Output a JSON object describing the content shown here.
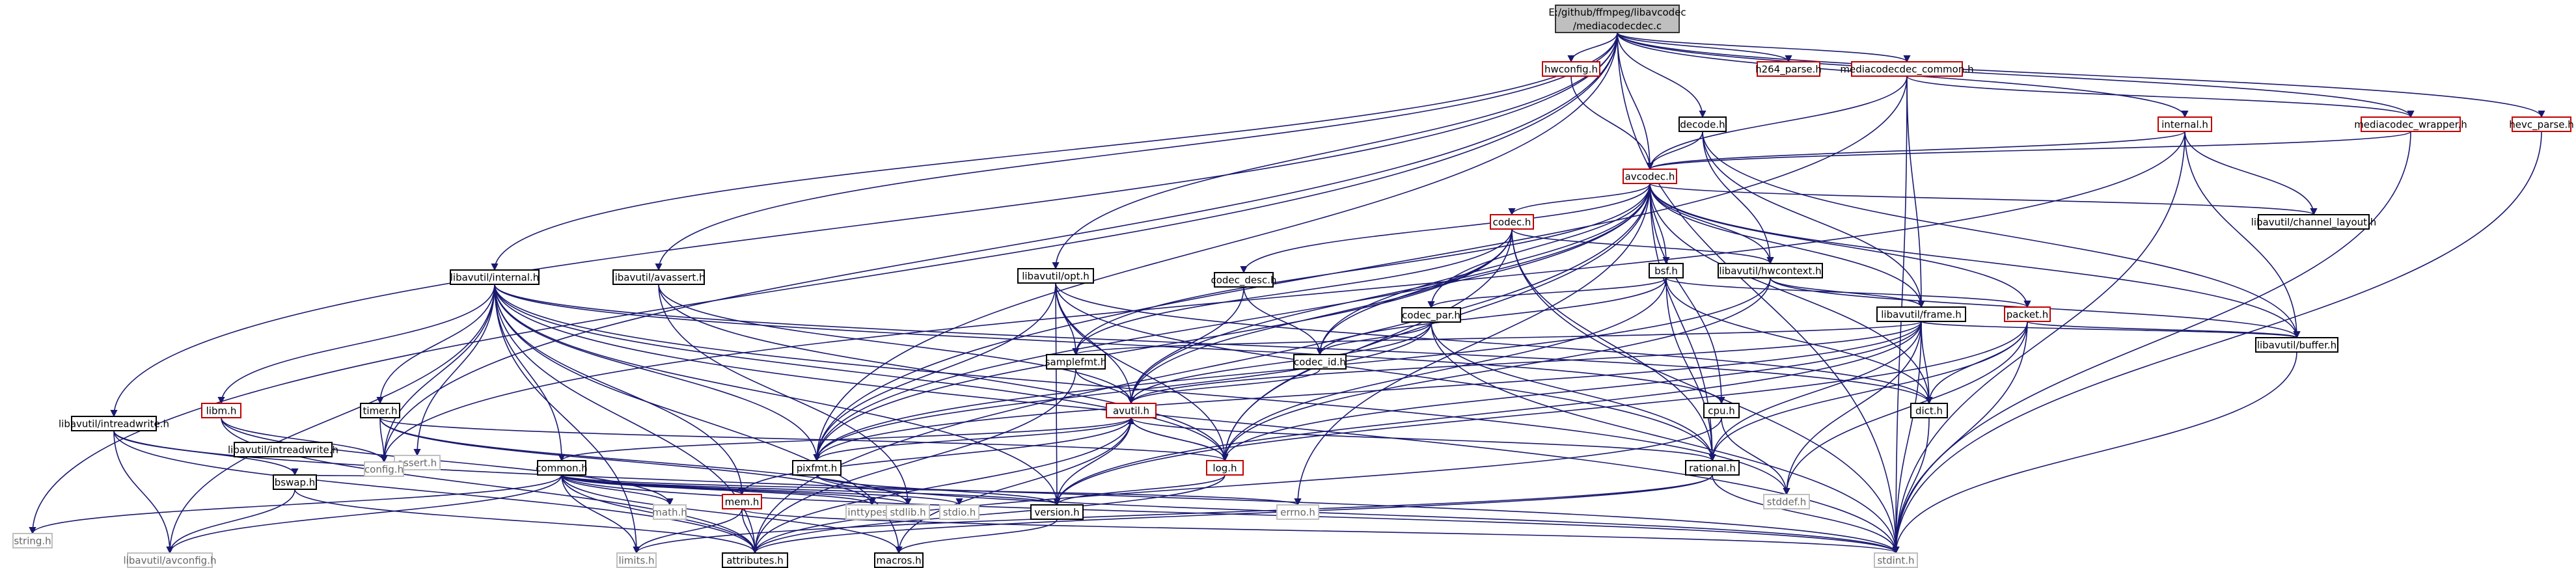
{
  "colors": {
    "root_fill": "#bfbfbf",
    "root_stroke": "#333333",
    "node_stroke": "#000000",
    "red_stroke": "#c00000",
    "grey_stroke": "#bfbfbf",
    "edge": "#191970"
  },
  "nodes": {
    "root": {
      "lines": [
        "E:/github/ffmpeg/libavcodec",
        "/mediacodecdec.c"
      ],
      "style": "root"
    },
    "string": {
      "lines": [
        "string.h"
      ],
      "style": "grey"
    },
    "avassert_w": {
      "lines": [
        "libavutil/intreadwrite.h"
      ],
      "style": "black"
    },
    "libavutil_internal": {
      "lines": [
        "libavutil/internal.h"
      ],
      "style": "black"
    },
    "libavutil_avassert": {
      "lines": [
        "libavutil/avassert.h"
      ],
      "style": "black"
    },
    "opt": {
      "lines": [
        "libavutil/opt.h"
      ],
      "style": "black"
    },
    "hwconfig": {
      "lines": [
        "hwconfig.h"
      ],
      "style": "red"
    },
    "decode": {
      "lines": [
        "decode.h"
      ],
      "style": "black"
    },
    "h264_parse": {
      "lines": [
        "h264_parse.h"
      ],
      "style": "red"
    },
    "mc_common": {
      "lines": [
        "mediacodecdec_common.h"
      ],
      "style": "red"
    },
    "internal": {
      "lines": [
        "internal.h"
      ],
      "style": "red"
    },
    "mc_wrapper": {
      "lines": [
        "mediacodec_wrapper.h"
      ],
      "style": "red"
    },
    "hevc_parse": {
      "lines": [
        "hevc_parse.h"
      ],
      "style": "red"
    },
    "avcodec": {
      "lines": [
        "avcodec.h"
      ],
      "style": "red"
    },
    "codec": {
      "lines": [
        "codec.h"
      ],
      "style": "red"
    },
    "channel_layout": {
      "lines": [
        "libavutil/channel_layout.h"
      ],
      "style": "black"
    },
    "bsf": {
      "lines": [
        "bsf.h"
      ],
      "style": "black"
    },
    "hwcontext": {
      "lines": [
        "libavutil/hwcontext.h"
      ],
      "style": "black"
    },
    "codec_desc": {
      "lines": [
        "codec_desc.h"
      ],
      "style": "black"
    },
    "codec_par": {
      "lines": [
        "codec_par.h"
      ],
      "style": "black"
    },
    "frame": {
      "lines": [
        "libavutil/frame.h"
      ],
      "style": "black"
    },
    "packet": {
      "lines": [
        "packet.h"
      ],
      "style": "red"
    },
    "buffer": {
      "lines": [
        "libavutil/buffer.h"
      ],
      "style": "black"
    },
    "samplefmt": {
      "lines": [
        "samplefmt.h"
      ],
      "style": "black"
    },
    "codec_id": {
      "lines": [
        "codec_id.h"
      ],
      "style": "black"
    },
    "avutil": {
      "lines": [
        "avutil.h"
      ],
      "style": "red"
    },
    "cpu": {
      "lines": [
        "cpu.h"
      ],
      "style": "black"
    },
    "dict": {
      "lines": [
        "dict.h"
      ],
      "style": "black"
    },
    "libm": {
      "lines": [
        "libm.h"
      ],
      "style": "red"
    },
    "timer": {
      "lines": [
        "timer.h"
      ],
      "style": "black"
    },
    "assert": {
      "lines": [
        "assert.h"
      ],
      "style": "grey"
    },
    "intreadwrite": {
      "lines": [
        "libavutil/intreadwrite.h"
      ],
      "style": "black"
    },
    "bswap": {
      "lines": [
        "bswap.h"
      ],
      "style": "black"
    },
    "config": {
      "lines": [
        "config.h"
      ],
      "style": "grey"
    },
    "common": {
      "lines": [
        "common.h"
      ],
      "style": "black"
    },
    "pixfmt": {
      "lines": [
        "pixfmt.h"
      ],
      "style": "black"
    },
    "log": {
      "lines": [
        "log.h"
      ],
      "style": "red"
    },
    "rational": {
      "lines": [
        "rational.h"
      ],
      "style": "black"
    },
    "stddef": {
      "lines": [
        "stddef.h"
      ],
      "style": "grey"
    },
    "math": {
      "lines": [
        "math.h"
      ],
      "style": "grey"
    },
    "inttypes": {
      "lines": [
        "inttypes.h"
      ],
      "style": "grey"
    },
    "stdlib": {
      "lines": [
        "stdlib.h"
      ],
      "style": "grey"
    },
    "stdio": {
      "lines": [
        "stdio.h"
      ],
      "style": "grey"
    },
    "mem": {
      "lines": [
        "mem.h"
      ],
      "style": "red"
    },
    "version": {
      "lines": [
        "version.h"
      ],
      "style": "black"
    },
    "errno": {
      "lines": [
        "errno.h"
      ],
      "style": "grey"
    },
    "avconfig": {
      "lines": [
        "libavutil/avconfig.h"
      ],
      "style": "grey"
    },
    "limits": {
      "lines": [
        "limits.h"
      ],
      "style": "grey"
    },
    "attributes": {
      "lines": [
        "attributes.h"
      ],
      "style": "black"
    },
    "macros": {
      "lines": [
        "macros.h"
      ],
      "style": "black"
    },
    "stdint": {
      "lines": [
        "stdint.h"
      ],
      "style": "grey"
    }
  }
}
